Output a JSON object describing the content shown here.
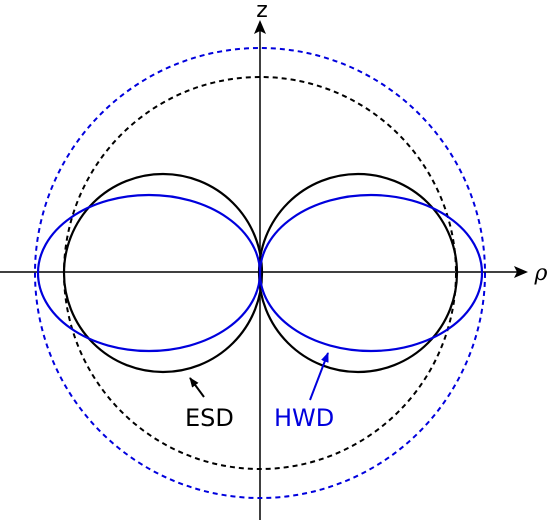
{
  "axes": {
    "vertical_label": "z",
    "horizontal_label": "ρ"
  },
  "legend": {
    "esd_label": "ESD",
    "hwd_label": "HWD"
  },
  "colors": {
    "esd": "#000000",
    "hwd": "#0000dd",
    "axis": "#000000"
  }
}
